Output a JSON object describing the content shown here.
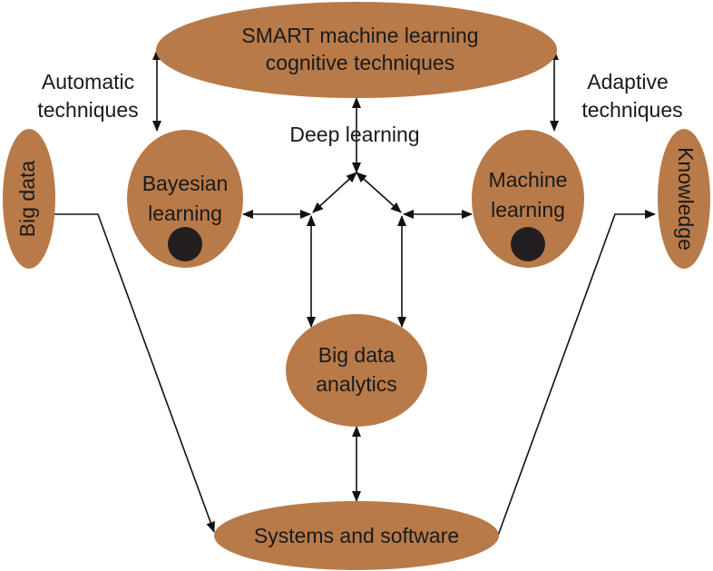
{
  "colors": {
    "node_fill": "#b97a49",
    "text": "#1a1a1a",
    "line": "#111111",
    "dot": "#231f20"
  },
  "nodes": {
    "smart": {
      "line1": "SMART machine learning",
      "line2": "cognitive techniques"
    },
    "bayesian": {
      "line1": "Bayesian",
      "line2": "learning"
    },
    "machine": {
      "line1": "Machine",
      "line2": "learning"
    },
    "big_data": {
      "label": "Big data"
    },
    "knowledge": {
      "label": "Knowledge"
    },
    "analytics": {
      "line1": "Big data",
      "line2": "analytics"
    },
    "systems": {
      "label": "Systems and software"
    }
  },
  "labels": {
    "automatic": {
      "line1": "Automatic",
      "line2": "techniques"
    },
    "adaptive": {
      "line1": "Adaptive",
      "line2": "techniques"
    },
    "deep": "Deep learning"
  }
}
